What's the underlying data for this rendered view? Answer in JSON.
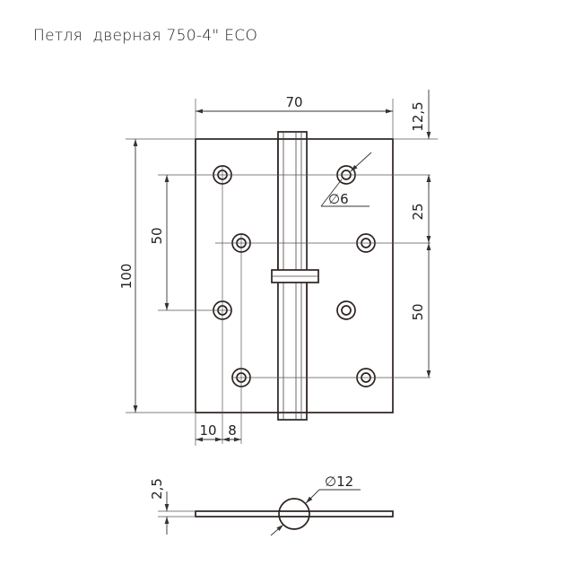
{
  "title": "Петля  дверная 750-4\" ECO",
  "dimensions": {
    "width": "70",
    "height": "100",
    "top_offset": "12,5",
    "spacing_25": "25",
    "spacing_50_right": "50",
    "spacing_50_left": "50",
    "hole_dia": "∅6",
    "edge_10": "10",
    "edge_8": "8",
    "knuckle_dia": "∅12",
    "thickness": "2,5"
  }
}
